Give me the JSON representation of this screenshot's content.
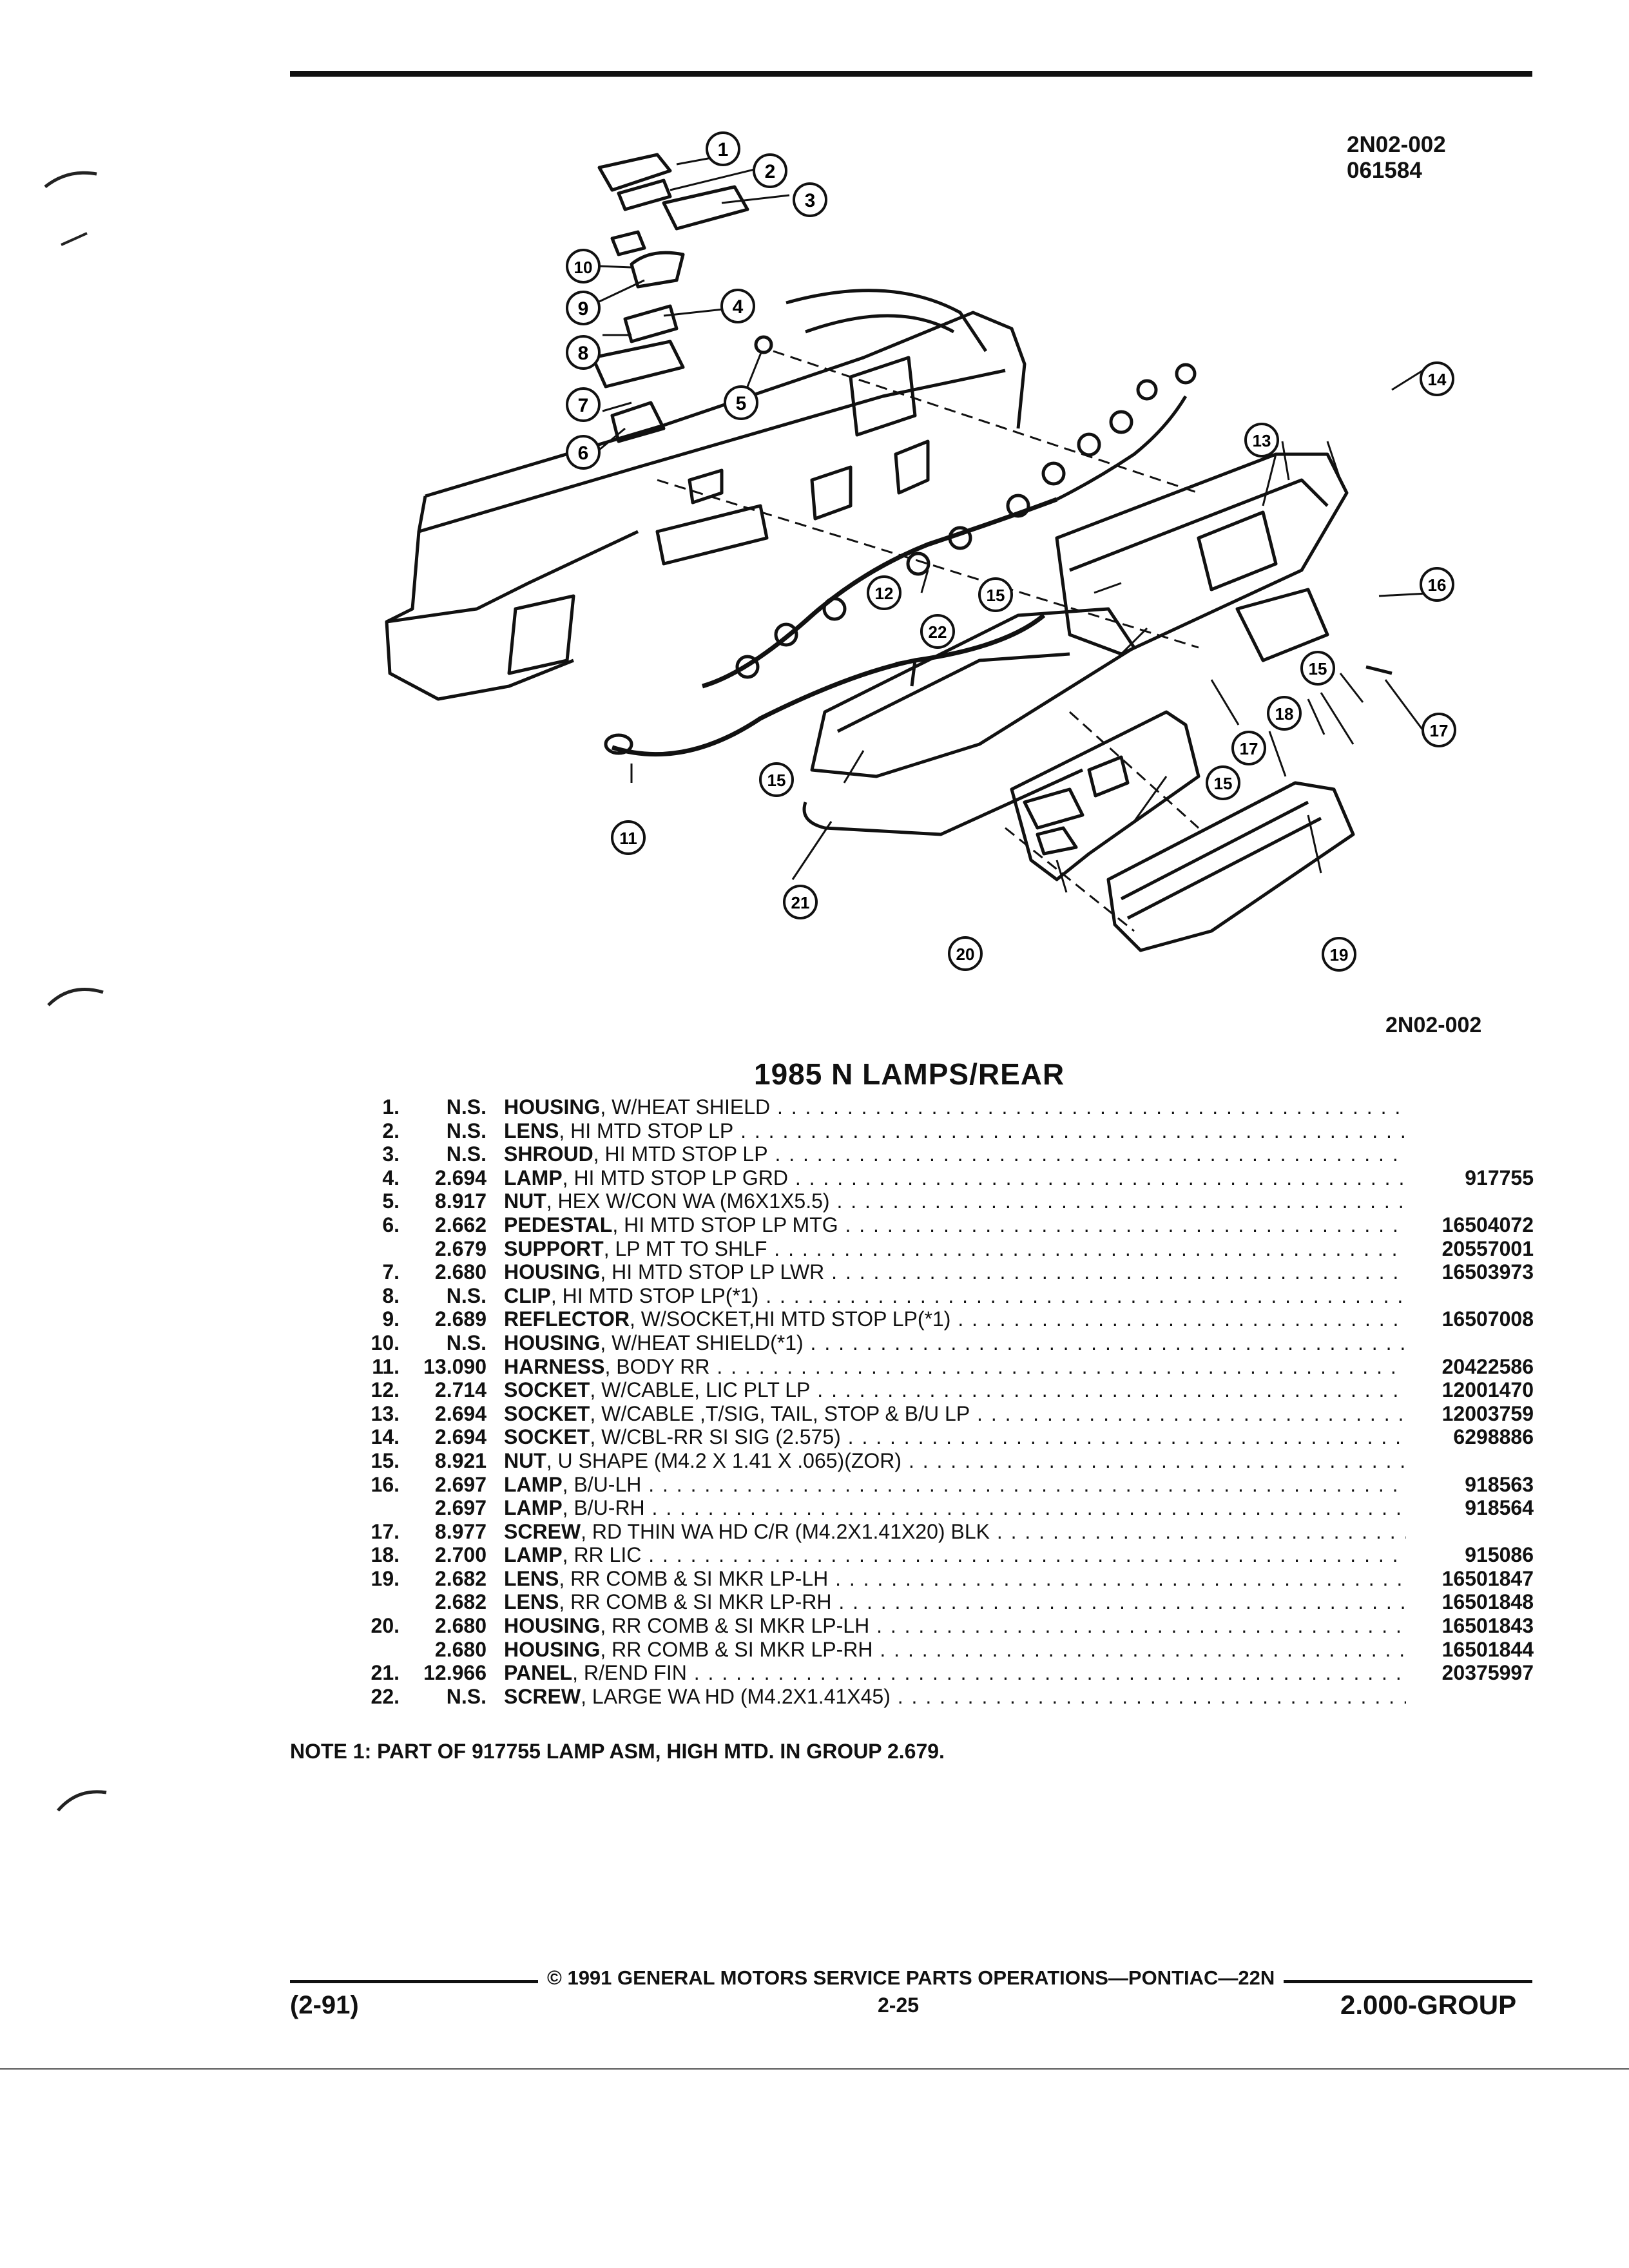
{
  "figure": {
    "code": "2N02-002",
    "date_code": "061584",
    "caption": "2N02-002",
    "callouts": [
      "1",
      "2",
      "3",
      "4",
      "5",
      "6",
      "7",
      "8",
      "9",
      "10",
      "11",
      "12",
      "13",
      "14",
      "15",
      "16",
      "17",
      "18",
      "19",
      "20",
      "21",
      "22"
    ]
  },
  "title": "1985 N LAMPS/REAR",
  "parts": [
    {
      "ref": "1.",
      "code": "N.S.",
      "name": "HOUSING",
      "detail": ", W/HEAT SHIELD",
      "part_no": ""
    },
    {
      "ref": "2.",
      "code": "N.S.",
      "name": "LENS",
      "detail": ", HI MTD STOP LP",
      "part_no": ""
    },
    {
      "ref": "3.",
      "code": "N.S.",
      "name": "SHROUD",
      "detail": ", HI MTD STOP LP",
      "part_no": ""
    },
    {
      "ref": "4.",
      "code": "2.694",
      "name": "LAMP",
      "detail": ", HI MTD STOP LP GRD",
      "part_no": "917755"
    },
    {
      "ref": "5.",
      "code": "8.917",
      "name": "NUT",
      "detail": ", HEX W/CON WA (M6X1X5.5)",
      "part_no": ""
    },
    {
      "ref": "6.",
      "code": "2.662",
      "name": "PEDESTAL",
      "detail": ", HI MTD STOP LP MTG",
      "part_no": "16504072"
    },
    {
      "ref": "",
      "code": "2.679",
      "name": "SUPPORT",
      "detail": ", LP MT TO SHLF",
      "part_no": "20557001"
    },
    {
      "ref": "7.",
      "code": "2.680",
      "name": "HOUSING",
      "detail": ", HI MTD STOP LP LWR",
      "part_no": "16503973"
    },
    {
      "ref": "8.",
      "code": "N.S.",
      "name": "CLIP",
      "detail": ", HI MTD STOP LP(*1)",
      "part_no": ""
    },
    {
      "ref": "9.",
      "code": "2.689",
      "name": "REFLECTOR",
      "detail": ", W/SOCKET,HI MTD STOP LP(*1)",
      "part_no": "16507008"
    },
    {
      "ref": "10.",
      "code": "N.S.",
      "name": "HOUSING",
      "detail": ", W/HEAT SHIELD(*1)",
      "part_no": ""
    },
    {
      "ref": "11.",
      "code": "13.090",
      "name": "HARNESS",
      "detail": ", BODY RR",
      "part_no": "20422586"
    },
    {
      "ref": "12.",
      "code": "2.714",
      "name": "SOCKET",
      "detail": ", W/CABLE, LIC PLT LP",
      "part_no": "12001470"
    },
    {
      "ref": "13.",
      "code": "2.694",
      "name": "SOCKET",
      "detail": ", W/CABLE ,T/SIG, TAIL, STOP & B/U LP",
      "part_no": "12003759"
    },
    {
      "ref": "14.",
      "code": "2.694",
      "name": "SOCKET",
      "detail": ", W/CBL-RR SI SIG (2.575)",
      "part_no": "6298886"
    },
    {
      "ref": "15.",
      "code": "8.921",
      "name": "NUT",
      "detail": ", U SHAPE (M4.2 X 1.41 X .065)(ZOR)",
      "part_no": ""
    },
    {
      "ref": "16.",
      "code": "2.697",
      "name": "LAMP",
      "detail": ", B/U-LH",
      "part_no": "918563"
    },
    {
      "ref": "",
      "code": "2.697",
      "name": "LAMP",
      "detail": ", B/U-RH",
      "part_no": "918564"
    },
    {
      "ref": "17.",
      "code": "8.977",
      "name": "SCREW",
      "detail": ", RD THIN WA HD C/R (M4.2X1.41X20) BLK",
      "part_no": ""
    },
    {
      "ref": "18.",
      "code": "2.700",
      "name": "LAMP",
      "detail": ", RR LIC",
      "part_no": "915086"
    },
    {
      "ref": "19.",
      "code": "2.682",
      "name": "LENS",
      "detail": ", RR COMB & SI MKR LP-LH",
      "part_no": "16501847"
    },
    {
      "ref": "",
      "code": "2.682",
      "name": "LENS",
      "detail": ", RR COMB & SI MKR LP-RH",
      "part_no": "16501848"
    },
    {
      "ref": "20.",
      "code": "2.680",
      "name": "HOUSING",
      "detail": ", RR COMB & SI MKR LP-LH",
      "part_no": "16501843"
    },
    {
      "ref": "",
      "code": "2.680",
      "name": "HOUSING",
      "detail": ", RR COMB & SI MKR LP-RH",
      "part_no": "16501844"
    },
    {
      "ref": "21.",
      "code": "12.966",
      "name": "PANEL",
      "detail": ", R/END FIN",
      "part_no": "20375997"
    },
    {
      "ref": "22.",
      "code": "N.S.",
      "name": "SCREW",
      "detail": ", LARGE WA HD (M4.2X1.41X45)",
      "part_no": ""
    }
  ],
  "note": "NOTE 1: PART OF 917755 LAMP ASM, HIGH MTD. IN GROUP 2.679.",
  "footer": {
    "copyright": "© 1991 GENERAL MOTORS SERVICE PARTS OPERATIONS—PONTIAC—22N",
    "date": "(2-91)",
    "page": "2-25",
    "group": "2.000-GROUP"
  }
}
